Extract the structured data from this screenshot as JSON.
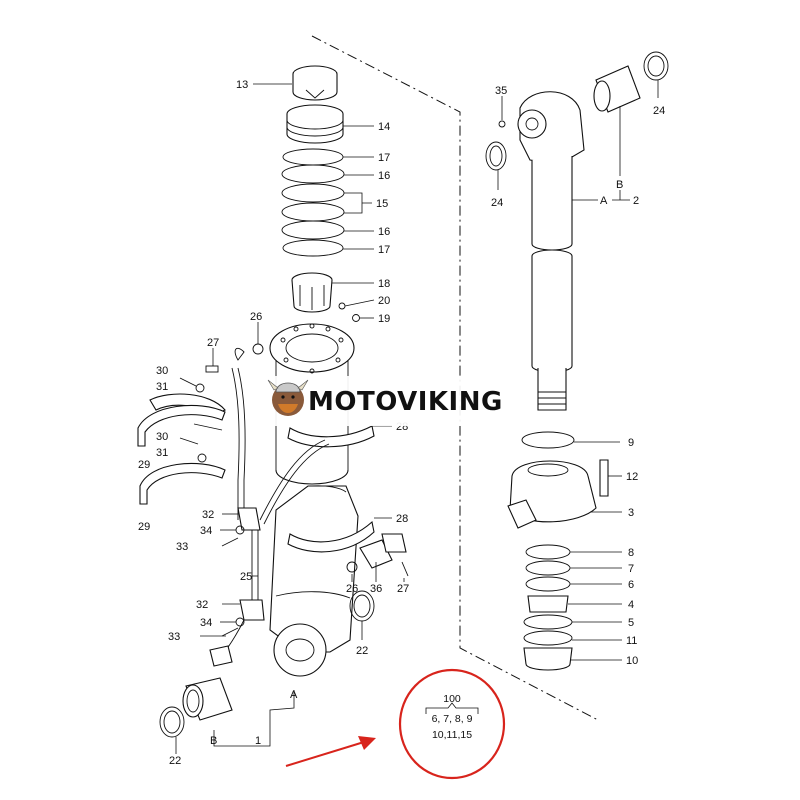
{
  "brand": {
    "name": "MOTOVIKING"
  },
  "accent_color": "#d8241c",
  "callouts": [
    {
      "id": "13",
      "label": "13"
    },
    {
      "id": "14",
      "label": "14"
    },
    {
      "id": "17a",
      "label": "17"
    },
    {
      "id": "16a",
      "label": "16"
    },
    {
      "id": "15",
      "label": "15"
    },
    {
      "id": "16b",
      "label": "16"
    },
    {
      "id": "17b",
      "label": "17"
    },
    {
      "id": "18",
      "label": "18"
    },
    {
      "id": "20",
      "label": "20"
    },
    {
      "id": "19",
      "label": "19"
    },
    {
      "id": "26a",
      "label": "26"
    },
    {
      "id": "27a",
      "label": "27"
    },
    {
      "id": "30a",
      "label": "30"
    },
    {
      "id": "31a",
      "label": "31"
    },
    {
      "id": "30b",
      "label": "30"
    },
    {
      "id": "31b",
      "label": "31"
    },
    {
      "id": "29a",
      "label": "29"
    },
    {
      "id": "29b",
      "label": "29"
    },
    {
      "id": "28a",
      "label": "28"
    },
    {
      "id": "28b",
      "label": "28"
    },
    {
      "id": "32a",
      "label": "32"
    },
    {
      "id": "34a",
      "label": "34"
    },
    {
      "id": "33a",
      "label": "33"
    },
    {
      "id": "25",
      "label": "25"
    },
    {
      "id": "32b",
      "label": "32"
    },
    {
      "id": "34b",
      "label": "34"
    },
    {
      "id": "33b",
      "label": "33"
    },
    {
      "id": "26b",
      "label": "26"
    },
    {
      "id": "36",
      "label": "36"
    },
    {
      "id": "27b",
      "label": "27"
    },
    {
      "id": "22a",
      "label": "22"
    },
    {
      "id": "22b",
      "label": "22"
    },
    {
      "id": "A1",
      "label": "A"
    },
    {
      "id": "B1",
      "label": "B"
    },
    {
      "id": "1",
      "label": "1"
    },
    {
      "id": "35",
      "label": "35"
    },
    {
      "id": "24a",
      "label": "24"
    },
    {
      "id": "24b",
      "label": "24"
    },
    {
      "id": "B2",
      "label": "B"
    },
    {
      "id": "A2",
      "label": "A"
    },
    {
      "id": "2",
      "label": "2"
    },
    {
      "id": "9",
      "label": "9"
    },
    {
      "id": "12",
      "label": "12"
    },
    {
      "id": "3",
      "label": "3"
    },
    {
      "id": "8",
      "label": "8"
    },
    {
      "id": "7",
      "label": "7"
    },
    {
      "id": "6",
      "label": "6"
    },
    {
      "id": "4",
      "label": "4"
    },
    {
      "id": "5",
      "label": "5"
    },
    {
      "id": "11",
      "label": "11"
    },
    {
      "id": "10",
      "label": "10"
    }
  ],
  "kit": {
    "number": "100",
    "line1": "6, 7, 8, 9",
    "line2": "10,11,15"
  }
}
